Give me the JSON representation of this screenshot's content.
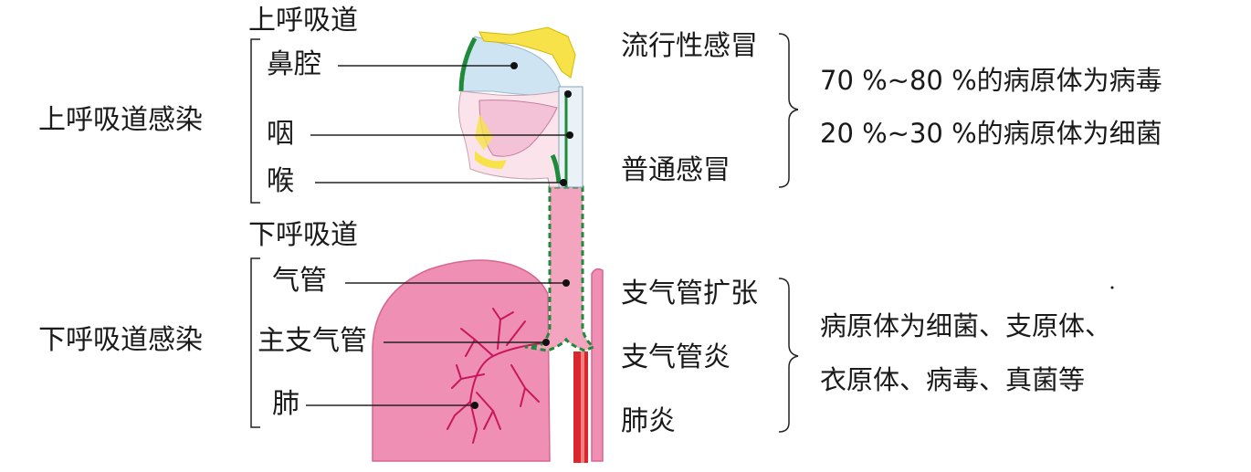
{
  "upper": {
    "heading": "上呼吸道",
    "category": "上呼吸道感染",
    "parts": {
      "nose": "鼻腔",
      "pharynx": "咽",
      "larynx": "喉"
    },
    "diseases": {
      "flu": "流行性感冒",
      "cold": "普通感冒"
    },
    "pathogens": {
      "line1": "70 %~80 %的病原体为病毒",
      "line2": "20 %~30 %的病原体为细菌"
    }
  },
  "lower": {
    "heading": "下呼吸道",
    "category": "下呼吸道感染",
    "parts": {
      "trachea": "气管",
      "bronchus": "主支气管",
      "lung": "肺"
    },
    "diseases": {
      "bronchiectasis": "支气管扩张",
      "bronchitis": "支气管炎",
      "pneumonia": "肺炎"
    },
    "pathogens": {
      "line1": "病原体为细菌、支原体、",
      "line2": "衣原体、病毒、真菌等"
    }
  },
  "colors": {
    "lung": "#ee8fb3",
    "lung_light": "#f6b9cf",
    "airway": "#f3a5c0",
    "mucosa": "#1f8a3a",
    "bone": "#f7e24a",
    "nasal": "#cfe4f2",
    "artery": "#d9262f"
  }
}
